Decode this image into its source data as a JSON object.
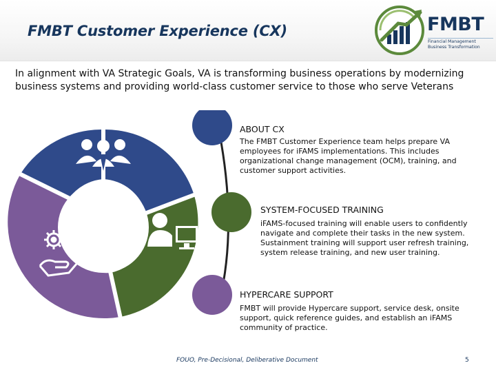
{
  "slide": {
    "title": "FMBT Customer Experience (CX)",
    "intro": "In alignment with VA Strategic Goals, VA is transforming business operations by modernizing business systems and providing world-class customer service to those who serve Veterans"
  },
  "logo": {
    "wordmark": "FMBT",
    "tagline_line1": "Financial Management",
    "tagline_line2": "Business Transformation"
  },
  "sections": [
    {
      "heading": "ABOUT CX",
      "body": "The FMBT Customer Experience team helps prepare VA employees for iFAMS implementations. This includes organizational change management (OCM), training, and customer support activities.",
      "color": "#2f4a8a"
    },
    {
      "heading": "SYSTEM-FOCUSED TRAINING",
      "body": "iFAMS-focused training will enable users to confidently navigate and complete their tasks in the new system. Sustainment training will support user refresh training, system release training, and new user training.",
      "color": "#4a6b2e"
    },
    {
      "heading": "HYPERCARE SUPPORT",
      "body": "FMBT will provide Hypercare support, service desk, onsite support, quick reference guides, and establish an iFAMS community of practice.",
      "color": "#7b5a99"
    }
  ],
  "diagram_icons": [
    "people-group-icon",
    "user-at-computer-icon",
    "gear-in-hand-icon"
  ],
  "footer": {
    "note": "FOUO, Pre-Decisional, Deliberative Document",
    "page_number": "5"
  }
}
